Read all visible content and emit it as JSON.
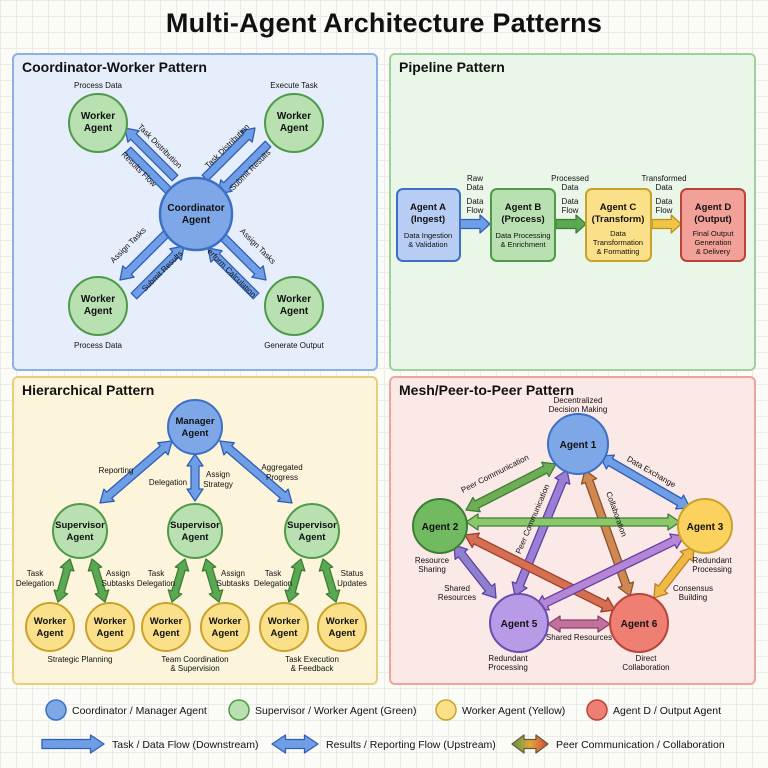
{
  "title": "Multi-Agent Architecture Patterns",
  "colors": {
    "blue_fill": "#7ea7e8",
    "blue_stroke": "#3d6fc4",
    "green_fill": "#b8e0b1",
    "green_stroke": "#4f9a48",
    "yellow_fill": "#fbe08a",
    "yellow_stroke": "#c9a22c",
    "red_fill": "#ef7f73",
    "red_stroke": "#b8443a"
  },
  "coordinator": {
    "title": "Coordinator-Worker Pattern",
    "center": "Coordinator Agent",
    "worker_label": "Worker Agent",
    "top_left_caption": "Process Data",
    "top_right_caption": "Execute Task",
    "bottom_left_caption": "Process Data",
    "bottom_right_caption": "Generate Output",
    "arrow_labels": {
      "tl_out": "Task Distribution",
      "tl_in": "Results Flow",
      "tr_out": "Task Distribution",
      "tr_in": "Submit Results",
      "bl_out": "Assign Tasks",
      "bl_in": "Submit Results",
      "br_out": "Assign Tasks",
      "br_in": "Perform Calculation"
    }
  },
  "pipeline": {
    "title": "Pipeline Pattern",
    "agents": [
      {
        "name": "Agent A",
        "role": "(Ingest)",
        "desc1": "Data Ingestion",
        "desc2": "& Validation"
      },
      {
        "name": "Agent B",
        "role": "(Process)",
        "desc1": "Data Processing",
        "desc2": "& Enrichment"
      },
      {
        "name": "Agent C",
        "role": "(Transform)",
        "desc1": "Data",
        "desc2": "Transformation",
        "desc3": "& Formatting"
      },
      {
        "name": "Agent D",
        "role": "(Output)",
        "desc1": "Final Output",
        "desc2": "Generation",
        "desc3": "& Delivery"
      }
    ],
    "stages": [
      {
        "top1": "Raw",
        "top2": "Data",
        "flow1": "Data",
        "flow2": "Flow"
      },
      {
        "top1": "Processed",
        "top2": "Data",
        "flow1": "Data",
        "flow2": "Flow"
      },
      {
        "top1": "Transformed",
        "top2": "Data",
        "flow1": "Data",
        "flow2": "Flow"
      }
    ]
  },
  "hierarchical": {
    "title": "Hierarchical Pattern",
    "manager": "Manager Agent",
    "supervisor": "Supervisor Agent",
    "worker": "Worker Agent",
    "labels": {
      "reporting": "Reporting",
      "delegation": "Delegation",
      "assign_strategy1": "Assign",
      "assign_strategy2": "Strategy",
      "aggregated1": "Aggregated",
      "aggregated2": "Progress",
      "task1": "Task",
      "task2": "Delegation",
      "assign1": "Assign",
      "assign2": "Subtasks",
      "status1": "Status",
      "status2": "Updates"
    },
    "captions": {
      "left": "Strategic Planning",
      "mid1": "Team Coordination",
      "mid2": "& Supervision",
      "right1": "Task Execution",
      "right2": "& Feedback"
    }
  },
  "mesh": {
    "title": "Mesh/Peer-to-Peer Pattern",
    "agents": [
      "Agent 1",
      "Agent 2",
      "Agent 3",
      "Agent 5",
      "Agent 6"
    ],
    "captions": {
      "a1_1": "Decentralized",
      "a1_2": "Decision Making",
      "a2_1": "Resource",
      "a2_2": "Sharing",
      "a3_1": "Redundant",
      "a3_2": "Processing",
      "a5_1": "Redundant",
      "a5_2": "Processing",
      "a6_1": "Direct",
      "a6_2": "Collaboration",
      "shared1": "Shared",
      "shared2": "Resources",
      "consensus1": "Consensus",
      "consensus2": "Building"
    },
    "edge_labels": {
      "peer1": "Peer Communication",
      "data_exchange": "Data Exchange",
      "peer2": "Peer Communication",
      "collab": "Collaboration",
      "shared": "Shared Resources"
    }
  },
  "legend": {
    "coordinator": "Coordinator / Manager Agent",
    "supervisor": "Supervisor / Worker Agent (Green)",
    "worker": "Worker Agent (Yellow)",
    "output": "Agent D / Output Agent",
    "task_flow": "Task / Data Flow (Downstream)",
    "results_flow": "Results / Reporting Flow (Upstream)",
    "peer_comm": "Peer Communication / Collaboration"
  }
}
